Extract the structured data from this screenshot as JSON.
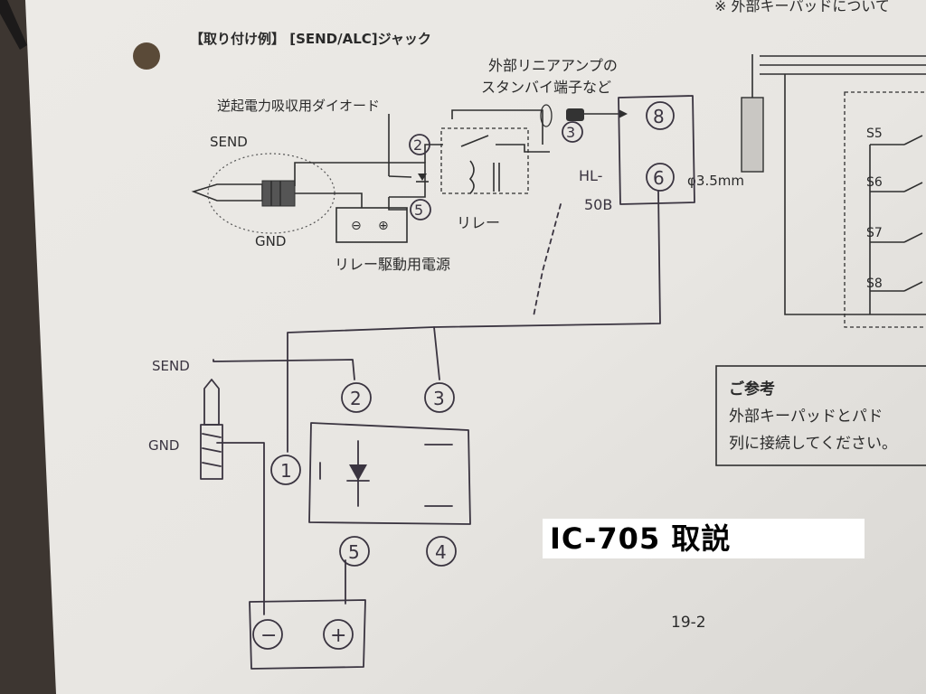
{
  "top_note": "※ 外部キーパッドについて",
  "section_title": "【取り付け例】 [SEND/ALC]ジャック",
  "printed_diagram": {
    "amp_label_line1": "外部リニアアンプの",
    "amp_label_line2": "スタンバイ端子など",
    "diode_label": "逆起電力吸収用ダイオード",
    "send_label": "SEND",
    "gnd_label": "GND",
    "relay_label": "リレー",
    "relay_power_label": "リレー駆動用電源",
    "minus_symbol": "⊖",
    "plus_symbol": "⊕",
    "jack_size": "φ3.5mm",
    "switch_labels": [
      "S5",
      "S6",
      "S7",
      "S8"
    ]
  },
  "handwritten": {
    "pin_numbers_top": [
      "②",
      "③",
      "⑤"
    ],
    "hl_label_line1": "HL-",
    "hl_label_line2": "50B",
    "amp_pins": [
      "8",
      "6"
    ],
    "send": "SEND",
    "gnd": "GND",
    "relay_pins": [
      "1",
      "2",
      "3",
      "4",
      "5"
    ],
    "minus": "−",
    "plus": "+"
  },
  "reference_box": {
    "title": "ご参考",
    "line1": "外部キーパッドとパド",
    "line2": "列に接続してください。"
  },
  "caption": "IC-705 取説",
  "page_number": "19-2"
}
